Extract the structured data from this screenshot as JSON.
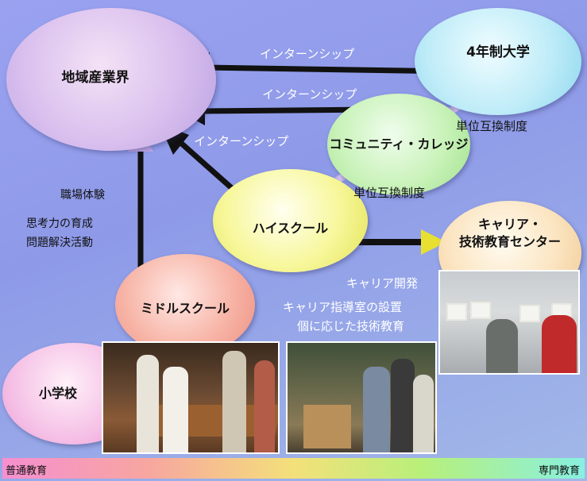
{
  "nodes": {
    "industry": "地域産業界",
    "university": "4年制大学",
    "community_college": "コミュニティ・カレッジ",
    "high_school": "ハイスクール",
    "career_center_line1": "キャリア・",
    "career_center_line2": "技術教育センター",
    "middle_school": "ミドルスクール",
    "elementary": "小学校"
  },
  "edge_labels": {
    "internship_top": "インターンシップ",
    "internship_mid": "インターンシップ",
    "internship_low": "インターンシップ",
    "credit_transfer_upper": "単位互換制度",
    "credit_transfer_lower": "単位互換制度",
    "workplace_experience": "職場体験",
    "thinking_line1": "思考力の育成",
    "thinking_line2": "問題解決活動",
    "career_dev_title": "キャリア開発",
    "career_dev_line1": "キャリア指導室の設置",
    "career_dev_line2": "個に応じた技術教育"
  },
  "spectrum": {
    "left_label": "普通教育",
    "right_label": "専門教育"
  }
}
